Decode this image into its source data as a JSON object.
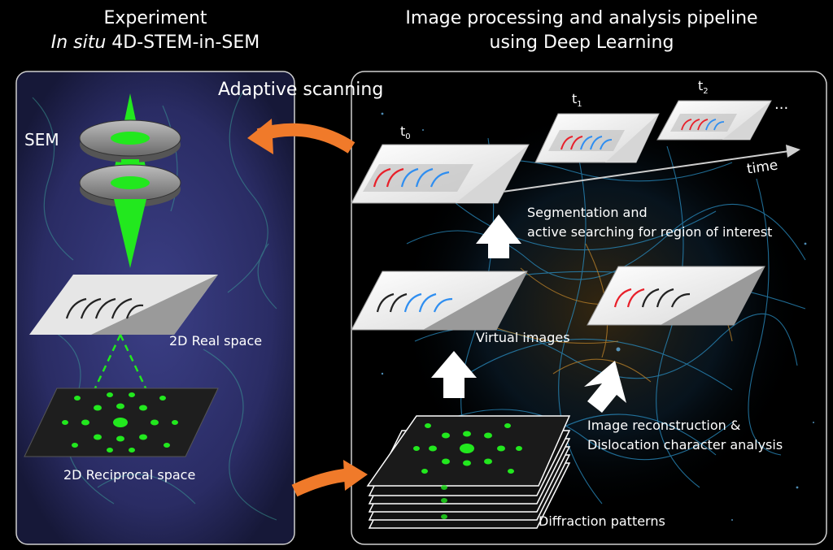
{
  "left_panel": {
    "title_line1": "Experiment",
    "title_line2_italic": "In situ",
    "title_line2_rest": " 4D-STEM-in-SEM",
    "sem_label": "SEM",
    "real_space_label": "2D Real space",
    "reciprocal_space_label": "2D Reciprocal space"
  },
  "right_panel": {
    "title_line1": "Image processing and analysis pipeline",
    "title_line2": "using Deep Learning",
    "adaptive_scanning_label": "Adaptive scanning",
    "t0_label": "t",
    "t0_sub": "0",
    "t1_label": "t",
    "t1_sub": "1",
    "t2_label": "t",
    "t2_sub": "2",
    "ellipsis": "...",
    "time_label": "time",
    "segmentation_line1": "Segmentation and",
    "segmentation_line2": "active searching for region of interest",
    "virtual_images_label": "Virtual images",
    "reconstruction_line1": "Image reconstruction &",
    "reconstruction_line2": "Dislocation character analysis",
    "diffraction_label": "Diffraction patterns"
  },
  "colors": {
    "accent_orange": "#f07a2a",
    "beam_green": "#22e81e",
    "dislocation_red": "#e8202a",
    "dislocation_blue": "#2f8ef0",
    "dislocation_black": "#222222",
    "panel_border": "#cfcfcf"
  }
}
